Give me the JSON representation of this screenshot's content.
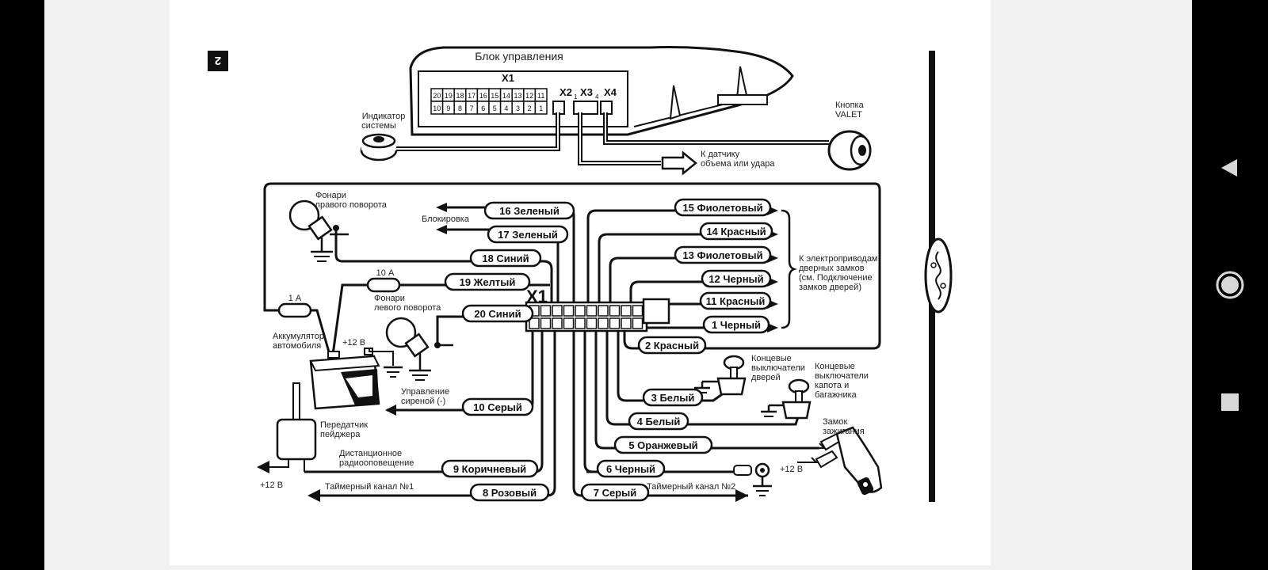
{
  "page_badge": "2",
  "control_unit": {
    "title": "Блок управления",
    "x1": "X1",
    "x2": "X2",
    "x3": "X3",
    "x4": "X4",
    "x2_pin": "1",
    "x3_pin": "4",
    "pins_top": [
      "20",
      "19",
      "18",
      "17",
      "16",
      "15",
      "14",
      "13",
      "12",
      "11"
    ],
    "pins_bottom": [
      "10",
      "9",
      "8",
      "7",
      "6",
      "5",
      "4",
      "3",
      "2",
      "1"
    ]
  },
  "labels": {
    "indicator": [
      "Индикатор",
      "системы"
    ],
    "valet": [
      "Кнопка",
      "VALET"
    ],
    "sensor": [
      "К датчику",
      "объема или удара"
    ],
    "right_turn": [
      "Фонари",
      "правого поворота"
    ],
    "blocking": "Блокировка",
    "fuse_10a": "10 А",
    "fuse_1a": "1 А",
    "left_turn": [
      "Фонари",
      "левого поворота"
    ],
    "battery": [
      "Аккумулятор",
      "автомобиля"
    ],
    "plus12_batt": "+12 В",
    "siren": [
      "Управление",
      "сиреной (-)"
    ],
    "pager": [
      "Передатчик",
      "пейджера"
    ],
    "radio": [
      "Дистанционное",
      "радиооповещение"
    ],
    "plus12_left": "+12 В",
    "timer1": "Таймерный канал №1",
    "timer2": "Таймерный канал №2",
    "door_locks": [
      "К электроприводам",
      "дверных замков",
      "(см. Подключение",
      "замков дверей)"
    ],
    "door_switches": [
      "Концевые",
      "выключатели",
      "дверей"
    ],
    "hood_switches": [
      "Концевые",
      "выключатели",
      "капота и",
      "багажника"
    ],
    "ignition": [
      "Замок",
      "зажигания"
    ],
    "plus12_ign": "+12 В",
    "x1_connector": "X1"
  },
  "wires": {
    "w16": "16 Зеленый",
    "w17": "17 Зеленый",
    "w18": "18 Синий",
    "w19": "19 Желтый",
    "w20": "20 Синий",
    "w10": "10 Серый",
    "w9": "9 Коричневый",
    "w8": "8 Розовый",
    "w15": "15 Фиолетовый",
    "w14": "14 Красный",
    "w13": "13 Фиолетовый",
    "w12": "12 Черный",
    "w11": "11 Красный",
    "w1": "1 Черный",
    "w2": "2 Красный",
    "w3": "3 Белый",
    "w4": "4 Белый",
    "w5": "5 Оранжевый",
    "w6": "6 Черный",
    "w7": "7 Серый"
  },
  "nav": {
    "back": "back-icon",
    "home": "home-icon",
    "recents": "recents-icon"
  }
}
